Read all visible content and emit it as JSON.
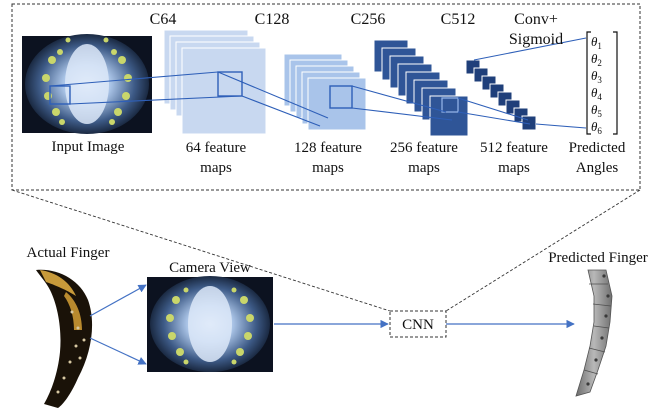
{
  "network": {
    "stages": [
      {
        "header": "C64",
        "caption_line1": "64 feature",
        "caption_line2": "maps",
        "color": "#c8d8f0"
      },
      {
        "header": "C128",
        "caption_line1": "128 feature",
        "caption_line2": "maps",
        "color": "#a9c4ea"
      },
      {
        "header": "C256",
        "caption_line1": "256 feature",
        "caption_line2": "maps",
        "color": "#2f5597"
      },
      {
        "header": "C512",
        "caption_line1": "512 feature",
        "caption_line2": "maps",
        "color": "#1f3f7a"
      }
    ],
    "output_header_line1": "Conv+",
    "output_header_line2": "Sigmoid",
    "input_label": "Input Image",
    "output_label_line1": "Predicted",
    "output_label_line2": "Angles",
    "angles": [
      {
        "symbol": "θ",
        "sub": "1"
      },
      {
        "symbol": "θ",
        "sub": "2"
      },
      {
        "symbol": "θ",
        "sub": "3"
      },
      {
        "symbol": "θ",
        "sub": "4"
      },
      {
        "symbol": "θ",
        "sub": "5"
      },
      {
        "symbol": "θ",
        "sub": "6"
      }
    ]
  },
  "pipeline": {
    "actual_finger_label": "Actual Finger",
    "camera_view_label": "Camera View",
    "cnn_label": "CNN",
    "predicted_finger_label": "Predicted Finger"
  },
  "colors": {
    "arrow": "#4472c4",
    "dash": "#333333",
    "finger_dark": "#1a1208",
    "finger_gold": "#c89a3a",
    "predicted_finger": "#8c8c8c"
  }
}
